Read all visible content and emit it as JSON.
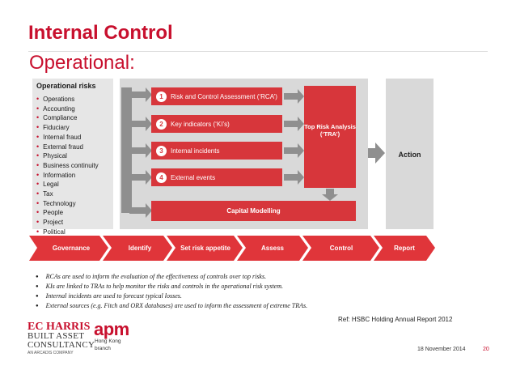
{
  "slide": {
    "title": "Internal Control",
    "subtitle": "Operational:"
  },
  "risks": {
    "title": "Operational risks",
    "items": [
      "Operations",
      "Accounting",
      "Compliance",
      "Fiduciary",
      "Internal fraud",
      "External fraud",
      "Physical",
      "Business continuity",
      "Information",
      "Legal",
      "Tax",
      "Technology",
      "People",
      "Project",
      "Political"
    ]
  },
  "steps": [
    {
      "num": "1",
      "label": "Risk and Control Assessment (‘RCA’)"
    },
    {
      "num": "2",
      "label": "Key indicators (‘KI’s)"
    },
    {
      "num": "3",
      "label": "Internal incidents"
    },
    {
      "num": "4",
      "label": "External events"
    }
  ],
  "tra_label": "Top Risk Analysis (‘TRA’)",
  "capital_label": "Capital Modelling",
  "action_label": "Action",
  "process": [
    "Governance",
    "Identify",
    "Set risk appetite",
    "Assess",
    "Control",
    "Report"
  ],
  "notes": [
    "RCAs are used to inform the evaluation of the effectiveness of controls over top risks.",
    "KIs are linked to TRAs to help monitor the risks and controls in the operational risk system.",
    "Internal incidents are used to forecast typical losses.",
    "External sources (e.g. Fitch and ORX databases) are used to inform the assessment of extreme TRAs."
  ],
  "reference": "Ref: HSBC Holding Annual Report 2012",
  "footer": {
    "company_name": "EC HARRIS",
    "company_sub1": "BUILT ASSET",
    "company_sub2": "CONSULTANCY",
    "company_sub3": "AN ARCADIS COMPANY",
    "apm_logo": "apm",
    "apm_sub1": "Hong Kong",
    "apm_sub2": "branch",
    "date": "18 November 2014",
    "page": "20"
  },
  "colors": {
    "accent": "#c8102e",
    "box_red": "#d7363b",
    "process_red": "#e0353a",
    "panel_grey": "#d9d9d9",
    "arrow_grey": "#8f8f8f"
  }
}
